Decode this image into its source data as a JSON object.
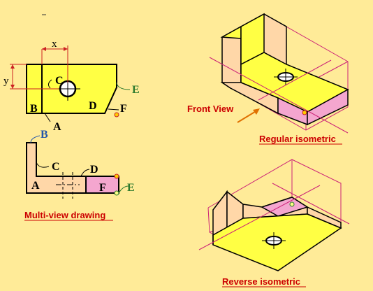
{
  "multiview": {
    "dim_x": "x",
    "dim_y": "y",
    "top_labels": {
      "B": "B",
      "C": "C",
      "D": "D",
      "A": "A",
      "E": "E",
      "F": "F"
    },
    "bottom_labels": {
      "B": "B",
      "C": "C",
      "D": "D",
      "A": "A",
      "F": "F",
      "E": "E"
    },
    "caption": "Multi-view drawing"
  },
  "isometric": {
    "front_view_label": "Front View",
    "regular_caption": "Regular isometric",
    "reverse_caption": "Reverse isometric"
  },
  "colors": {
    "background": "#ffeb98",
    "face_yellow": "#ffff44",
    "face_peach": "#ffd7a8",
    "face_pink": "#f4a6cf",
    "construction_magenta": "#cc2277",
    "caption_red": "#cc0000",
    "label_green": "#2d7a2d",
    "label_blue": "#2255aa"
  }
}
